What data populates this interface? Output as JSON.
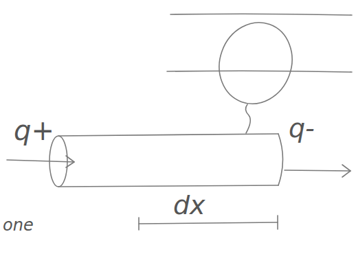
{
  "diagram": {
    "labels": [
      "q+",
      "q-",
      "dx",
      "one"
    ]
  }
}
